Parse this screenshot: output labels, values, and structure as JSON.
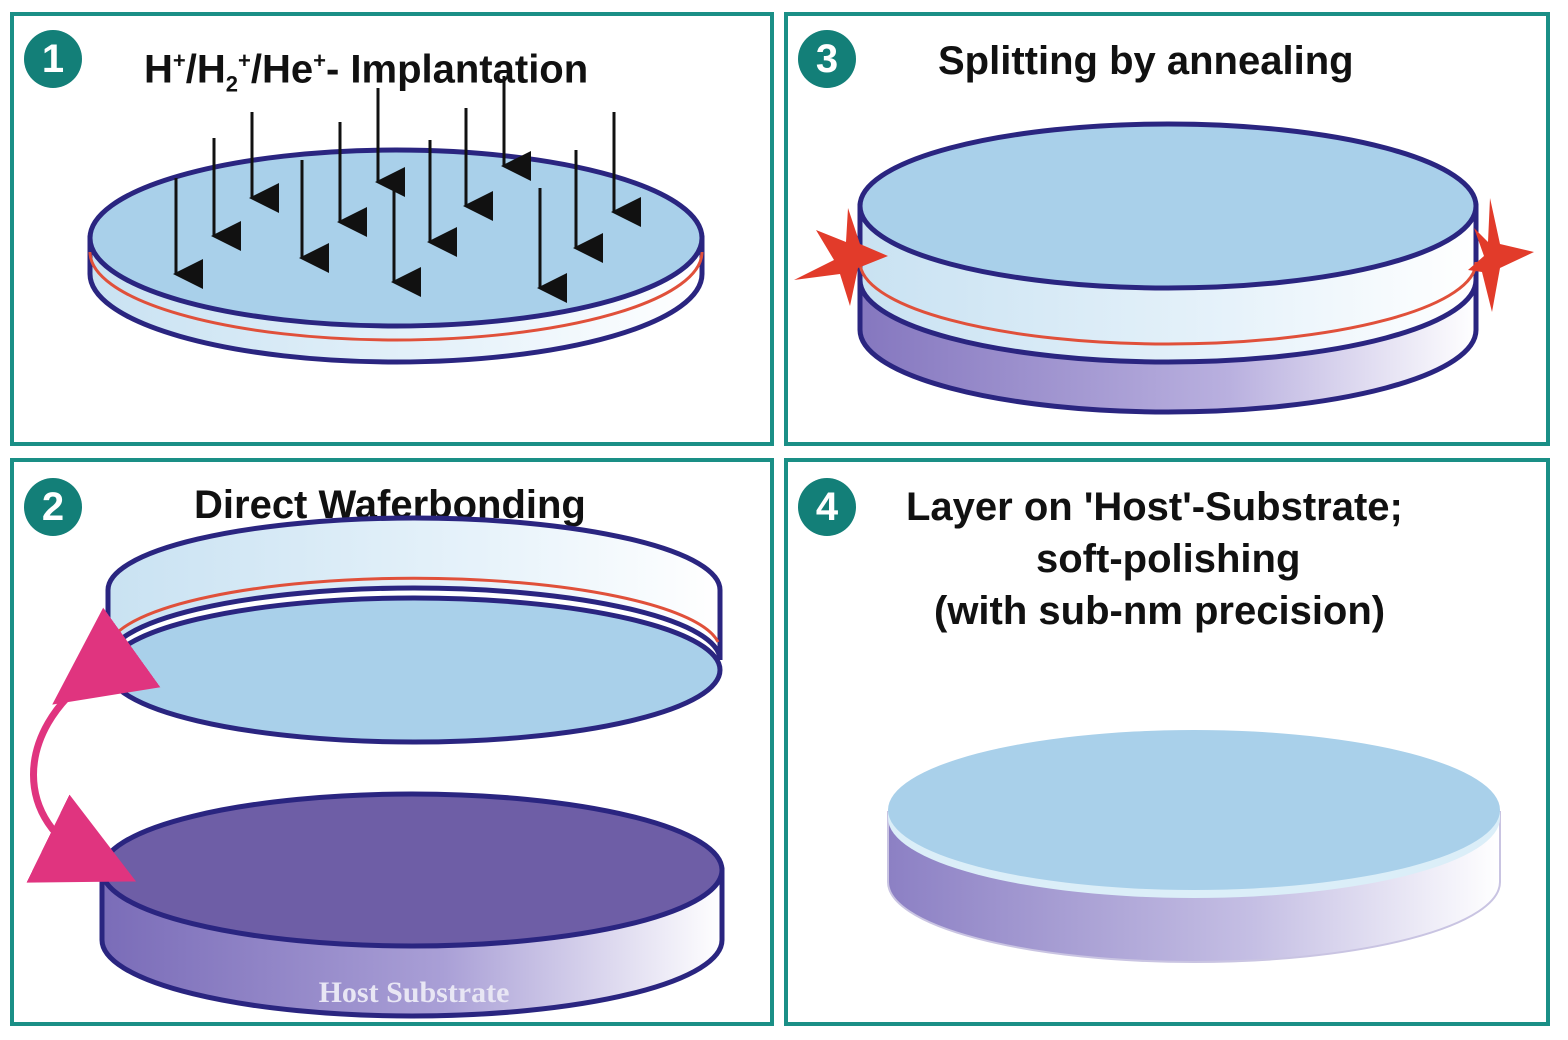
{
  "panels": {
    "implantation": {
      "number": "1",
      "title_main": "H",
      "title_sup1": "+",
      "title_slash1": "/H",
      "title_sub": "2",
      "title_sup2": "+",
      "title_slash2": "/He",
      "title_sup3": "+",
      "title_rest": "- Implantation"
    },
    "bonding": {
      "number": "2",
      "title": "Direct Waferbonding",
      "host_label": "Host Substrate"
    },
    "splitting": {
      "number": "3",
      "title": "Splitting by annealing"
    },
    "transfer": {
      "number": "4",
      "title_line1": "Layer on 'Host'-Substrate;",
      "title_line2": "soft-polishing",
      "title_line3": "(with sub-nm precision)"
    }
  },
  "colors": {
    "panel_border": "#1a8f86",
    "badge": "#137f78",
    "wafer_face": "#a9d0ea",
    "wafer_edge": "#2a2580",
    "host_face": "#6e5ea6",
    "split_line": "#e0503a",
    "bond_arrow": "#e0347f",
    "spark": "#e23b2a"
  }
}
